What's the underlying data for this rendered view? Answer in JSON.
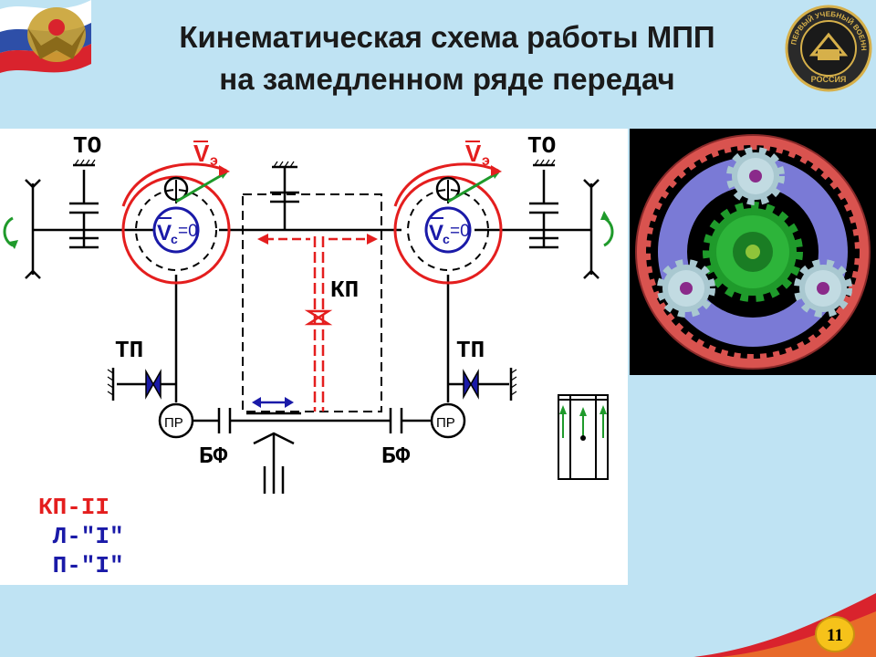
{
  "title": {
    "line1": "Кинематическая схема работы МПП",
    "line2": "на замедленном ряде передач"
  },
  "labels": {
    "to_left": "ТО",
    "to_right": "ТО",
    "tp_left": "ТП",
    "tp_right": "ТП",
    "kp": "КП",
    "bf_left": "БФ",
    "bf_right": "БФ",
    "pr_left": "ПР",
    "pr_right": "ПР",
    "ve": "V",
    "ve_sub": "э",
    "vc": "V",
    "vc_sub": "c",
    "vc_eq": "=0"
  },
  "legend": {
    "kp_state": "КП-II",
    "left_state_prefix": " Л-\"",
    "left_state_value": "I",
    "left_state_suffix": "\"",
    "right_state_prefix": " П-\"",
    "right_state_value": "I",
    "right_state_suffix": "\""
  },
  "emblem": {
    "ring_text": "ПЕРВЫЙ УЧЕБНЫЙ ВОЕННЫЙ ЦЕНТР",
    "bottom_text": "РОССИЯ"
  },
  "page_number": "11",
  "colors": {
    "background": "#bfe3f3",
    "red": "#e41e1e",
    "blue": "#1a1aa8",
    "green": "#1f9a2b"
  }
}
